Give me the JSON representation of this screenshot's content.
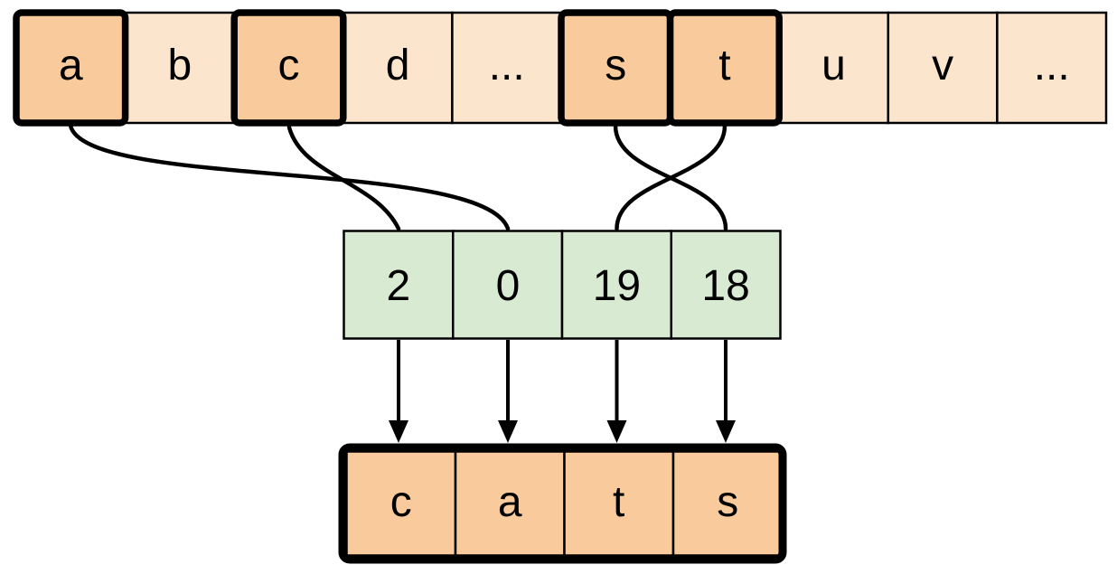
{
  "diagram": {
    "alphabet_row": {
      "cells": [
        {
          "label": "a",
          "highlighted": true
        },
        {
          "label": "b",
          "highlighted": false
        },
        {
          "label": "c",
          "highlighted": true
        },
        {
          "label": "d",
          "highlighted": false
        },
        {
          "label": "...",
          "highlighted": false
        },
        {
          "label": "s",
          "highlighted": true
        },
        {
          "label": "t",
          "highlighted": true
        },
        {
          "label": "u",
          "highlighted": false
        },
        {
          "label": "v",
          "highlighted": false
        },
        {
          "label": "...",
          "highlighted": false
        }
      ]
    },
    "index_row": {
      "cells": [
        {
          "label": "2"
        },
        {
          "label": "0"
        },
        {
          "label": "19"
        },
        {
          "label": "18"
        }
      ]
    },
    "result_row": {
      "cells": [
        {
          "label": "c"
        },
        {
          "label": "a"
        },
        {
          "label": "t"
        },
        {
          "label": "s"
        }
      ]
    },
    "colors": {
      "highlight_fill": "#f9cb9c",
      "alphabet_fill": "#fce5cd",
      "index_fill": "#d9ead3",
      "result_fill": "#f9cb9c",
      "line": "#000000"
    }
  }
}
